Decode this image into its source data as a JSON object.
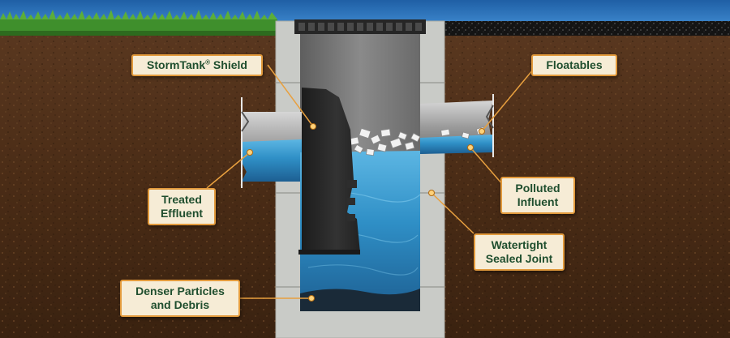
{
  "colors": {
    "sky": "#2a6fb3",
    "grass": "#3f8f2c",
    "asphalt": "#141414",
    "soil": "#4a2d17",
    "concrete": "#c9cbc7",
    "water": "#2f8fc6",
    "shield": "#2a2a2a",
    "callout_fill": "#f6ecd6",
    "callout_border": "#e29a3c",
    "callout_text": "#1f4e2e",
    "leader_line": "#e8a03f"
  },
  "labels": {
    "stormtank": {
      "name": "StormTank",
      "mark": "®",
      "suffix": " Shield"
    },
    "floatables": "Floatables",
    "treated_effluent": {
      "line1": "Treated",
      "line2": "Effluent"
    },
    "polluted_influent": {
      "line1": "Polluted",
      "line2": "Influent"
    },
    "watertight_joint": {
      "line1": "Watertight",
      "line2": "Sealed Joint"
    },
    "denser_particles": {
      "line1": "Denser Particles",
      "line2": "and Debris"
    }
  }
}
